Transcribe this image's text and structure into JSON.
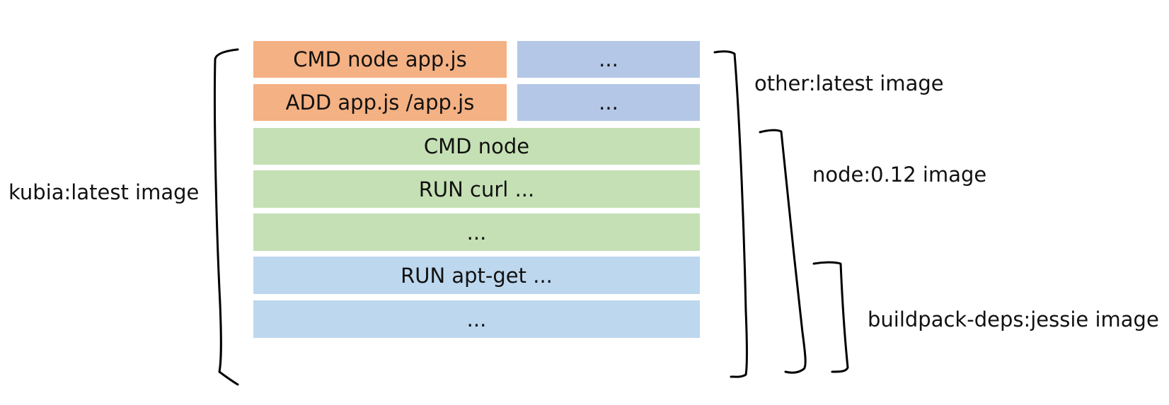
{
  "colors": {
    "app_layer": "#f4b183",
    "other_layer": "#b4c7e7",
    "node_layer": "#c5e0b4",
    "base_layer": "#bdd7ee"
  },
  "layers": {
    "cmd_node_app": "CMD node app.js",
    "add_app": "ADD app.js /app.js",
    "other_top": "...",
    "other_second": "...",
    "cmd_node": "CMD node",
    "run_curl": "RUN curl ...",
    "node_more": "...",
    "run_apt_get": "RUN apt-get ...",
    "base_more": "..."
  },
  "labels": {
    "kubia": "kubia:latest image",
    "other": "other:latest image",
    "node": "node:0.12 image",
    "buildpack": "buildpack-deps:jessie image"
  }
}
